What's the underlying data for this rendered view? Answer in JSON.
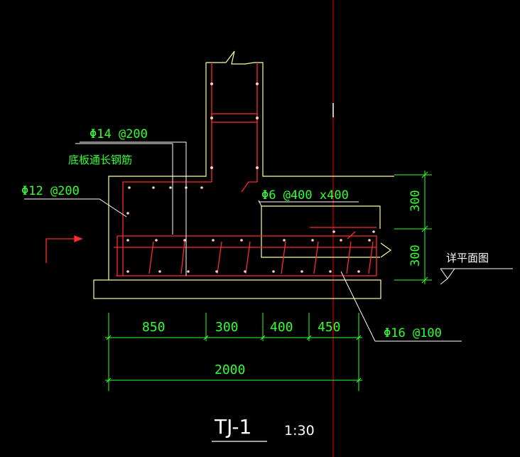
{
  "labels": {
    "rebar_top": "Φ14 @200",
    "slab_note": "底板通长钢筋",
    "rebar_side": "Φ12 @200",
    "rebar_stirrup": "Φ6 @400 x400",
    "rebar_bottom": "Φ16 @100",
    "plan_ref": "详平面图",
    "dim_height_upper": "300",
    "dim_height_lower": "300",
    "dim_850": "850",
    "dim_300": "300",
    "dim_400": "400",
    "dim_450": "450",
    "dim_total": "2000",
    "title": "TJ-1",
    "scale": "1:30"
  },
  "colors": {
    "background": "#000000",
    "concrete": "#ffff99",
    "rebar": "#ff2a2a",
    "dimension": "#33ff33",
    "text": "#33ff33",
    "leader": "#ffffff",
    "axis": "#cc0000",
    "dot": "#ffcccc"
  }
}
